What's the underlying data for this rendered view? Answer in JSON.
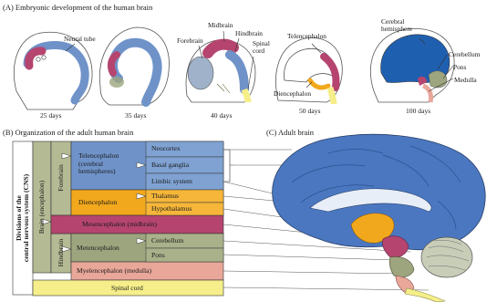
{
  "panel_a": {
    "title": "(A) Embryonic development of the human brain",
    "labels": {
      "neural_tube": "Neural tube",
      "forebrain": "Forebrain",
      "midbrain": "Midbrain",
      "hindbrain": "Hindbrain",
      "spinal_cord": "Spinal\ncord",
      "telencephalon": "Telencephalon",
      "diencephalon": "Diencephalon",
      "cerebral_hemisphere": "Cerebral\nhemisphere",
      "cerebellum": "Cerebellum",
      "pons": "Pons",
      "medulla": "Medulla"
    },
    "stages": [
      "25 days",
      "35 days",
      "40 days",
      "50 days",
      "100 days"
    ]
  },
  "panel_b": {
    "title": "(B) Organization of the adult human brain",
    "vertical_labels": {
      "cns": "Divisions of the\ncentral nervous system (CNS)",
      "brain": "Brain (encephalon)",
      "forebrain": "Forebrain",
      "hindbrain": "Hindbrain"
    },
    "divisions": {
      "telencephalon": "Telencephalon\n(cerebral\nhemispheres)",
      "diencephalon": "Diencephalon",
      "mesencephalon": "Mesencephalon (midbrain)",
      "metencephalon": "Metencephalon",
      "myelencephalon": "Myelencephalon (medulla)",
      "spinal_cord": "Spinal cord"
    },
    "structures": {
      "neocortex": "Neocortex",
      "basal_ganglia": "Basal ganglia",
      "limbic_system": "Limbic system",
      "thalamus": "Thalamus",
      "hypothalamus": "Hypothalamus",
      "cerebellum": "Cerebellum",
      "pons": "Pons"
    }
  },
  "panel_c": {
    "title": "(C) Adult brain"
  },
  "colors": {
    "telencephalon": "#6f93c9",
    "diencephalon": "#f2a81d",
    "mesencephalon": "#b5456f",
    "metencephalon": "#9ca57e",
    "myelencephalon": "#e9a79a",
    "spinal_cord": "#f5ee8a",
    "outline": "#3a3a3a"
  }
}
